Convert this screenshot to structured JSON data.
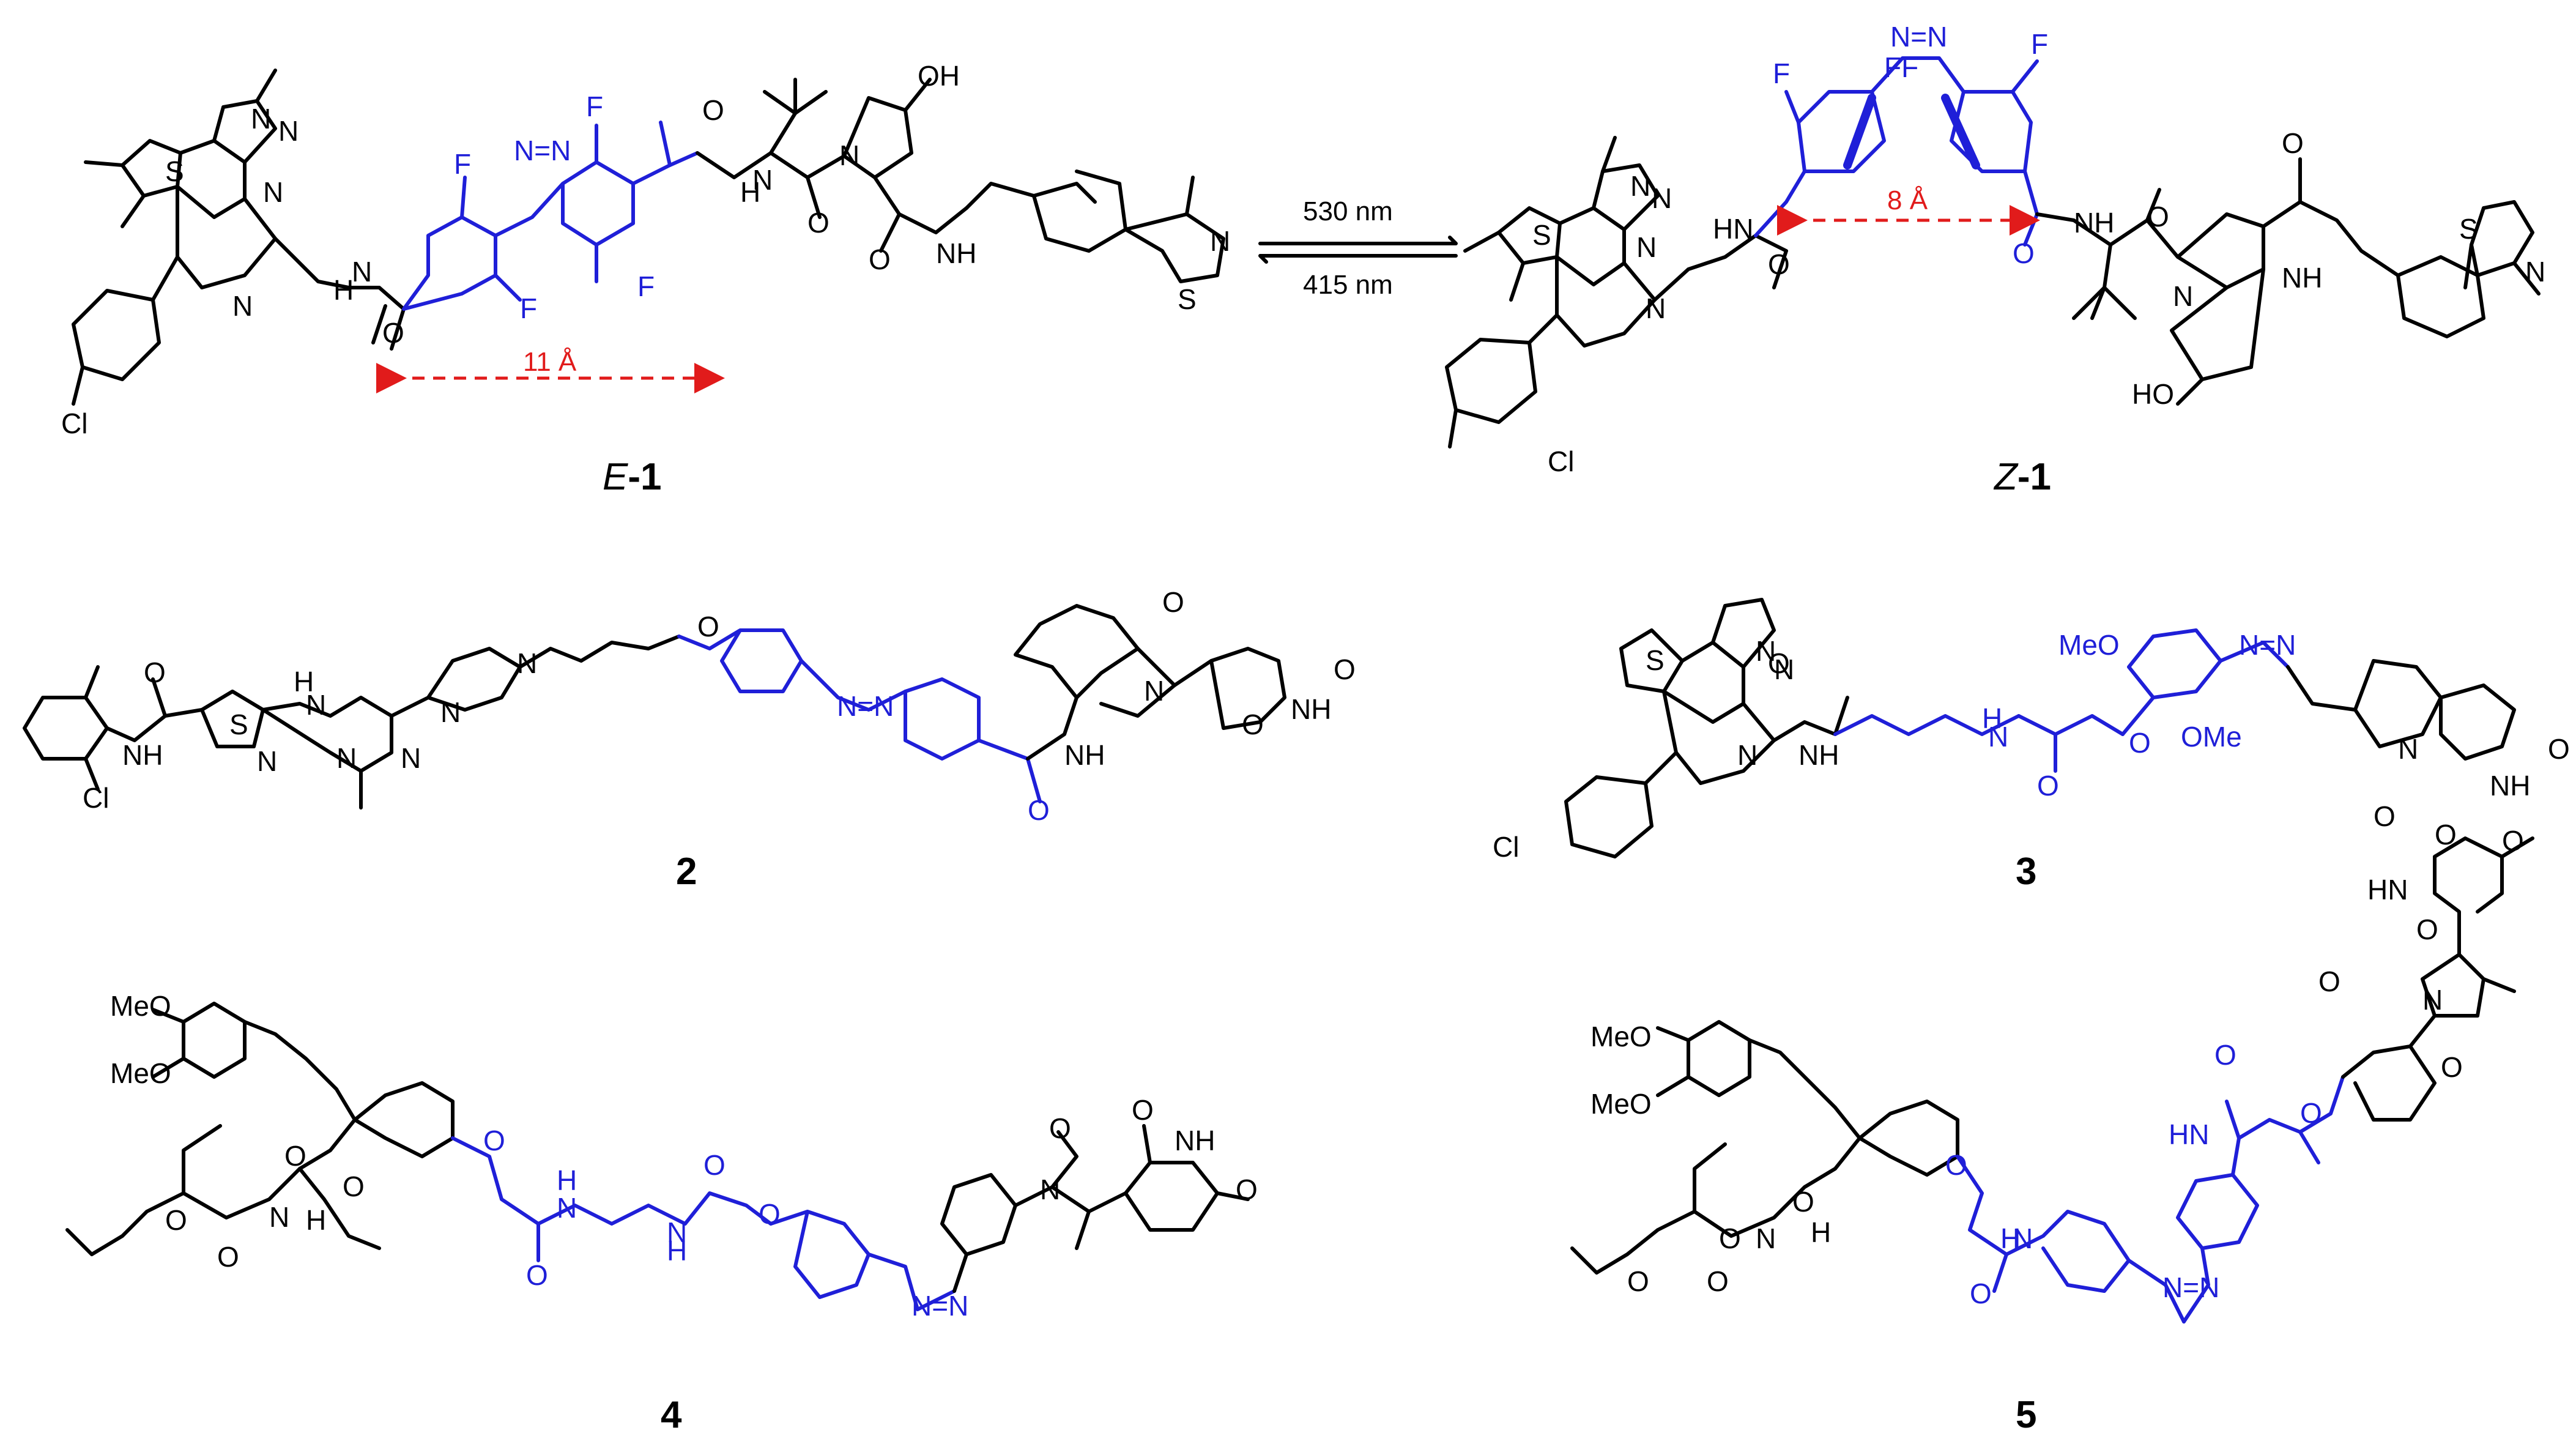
{
  "arrows": {
    "forward_label": "530 nm",
    "reverse_label": "415 nm"
  },
  "distances": {
    "e1": "11 Å",
    "z1": "8 Å"
  },
  "compounds": {
    "e1": {
      "prefix": "E",
      "number": "-1"
    },
    "z1": {
      "prefix": "Z",
      "number": "-1"
    },
    "c2": "2",
    "c3": "3",
    "c4": "4",
    "c5": "5"
  },
  "atoms": {
    "S": "S",
    "N": "N",
    "NH": "NH",
    "HN": "HN",
    "H": "H",
    "O": "O",
    "OH": "OH",
    "HO": "HO",
    "F": "F",
    "Cl": "Cl",
    "MeO": "MeO",
    "OMe": "OMe",
    "NN": "N=N",
    "FF": "FF"
  },
  "colors": {
    "warhead": "#000000",
    "photoswitch": "#1f1fd8",
    "distance": "#e11b1b"
  }
}
